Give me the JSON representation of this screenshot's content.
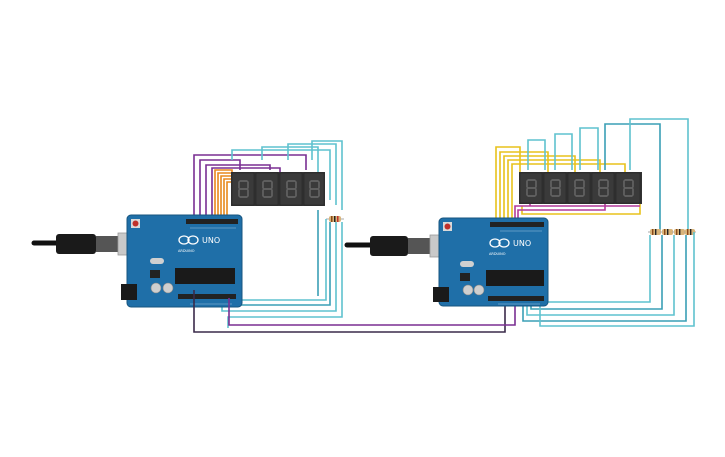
{
  "circuit": {
    "boards": [
      {
        "id": "left",
        "logo_text": "UNO",
        "brand_text": "ARDUINO",
        "digits": 4,
        "resistors": 1
      },
      {
        "id": "right",
        "logo_text": "UNO",
        "brand_text": "ARDUINO",
        "digits": 5,
        "resistors": 4
      }
    ]
  },
  "colors": {
    "board": "#1f6fa8",
    "board_dark": "#17557f",
    "digit_body": "#333333",
    "digit_segment": "#5c5c5c",
    "wire_purple": "#7a2f92",
    "wire_orange": "#e8891c",
    "wire_cyan": "#5fc2cf",
    "wire_teal": "#3a9fb5",
    "wire_magenta": "#b23a9a",
    "wire_yellow": "#e8c21c",
    "wire_dark": "#3a2a4a"
  }
}
